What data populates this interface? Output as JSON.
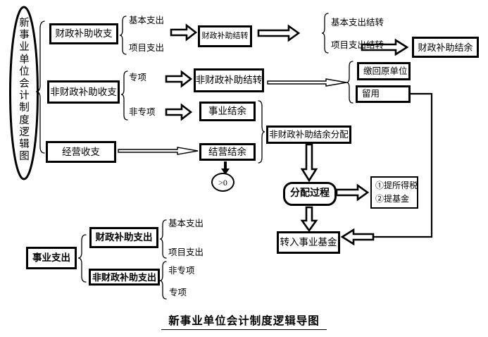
{
  "figure": {
    "side_label": "新事业单位会计制度逻辑图",
    "caption": "新事业单位会计制度逻辑导图"
  },
  "nodes": {
    "fiscal_subsidy_income": "财政补助收支",
    "fiscal_subsidy_carryover": "财政补助结转",
    "fiscal_subsidy_surplus": "财政补助结余",
    "nonfiscal_subsidy_income": "非财政补助收支",
    "nonfiscal_subsidy_carryover": "非财政补助结转",
    "return_to_original_unit": "缴回原单位",
    "retained": "留用",
    "business_surplus": "事业结余",
    "operating_income": "经营收支",
    "operating_surplus": "结营结余",
    "nonfiscal_surplus_distribution": "非财政补助结余分配",
    "greater_than_zero": ">0",
    "distribution_process": "分配过程",
    "withhold_income_tax": "①提所得税",
    "withhold_fund": "②提基金",
    "transfer_to_business_fund": "转入事业基金",
    "business_expenditure": "事业支出",
    "fiscal_subsidy_expenditure": "财政补助支出",
    "nonfiscal_subsidy_expenditure": "非财政补助支出"
  },
  "branch_labels": {
    "basic_expenditure_top": "基本支出",
    "project_expenditure_top": "项目支出",
    "basic_expenditure_carryover": "基本支出结转",
    "project_expenditure_carryover": "项目支出结转",
    "special_top": "专项",
    "non_special_top": "非专项",
    "basic_expenditure_bottom": "基本支出",
    "project_expenditure_bottom": "项目支出",
    "non_special_bottom": "非专项",
    "special_bottom": "专项"
  },
  "colors": {
    "ink": "#000000",
    "background": "#ffffff"
  }
}
